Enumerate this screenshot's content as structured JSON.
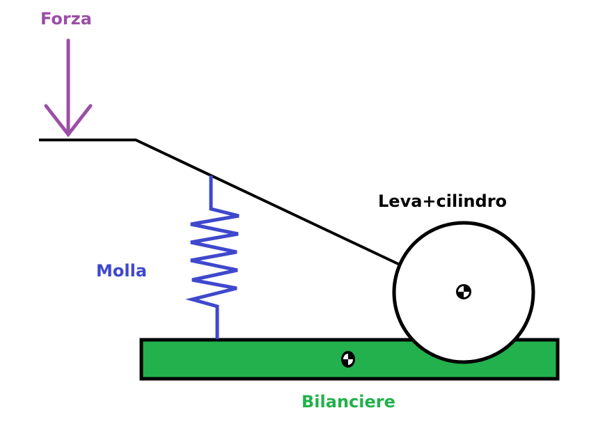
{
  "diagram": {
    "labels": {
      "force": "Forza",
      "spring": "Molla",
      "lever_cylinder": "Leva+cilindro",
      "rocker": "Bilanciere"
    },
    "colors": {
      "force": "#9b4fa6",
      "spring": "#3f48cc",
      "lever": "#000000",
      "rocker_fill": "#22b14c",
      "rocker_label": "#22b14c",
      "outline": "#000000",
      "background": "#ffffff"
    },
    "components": [
      {
        "id": "force-arrow",
        "label_key": "force",
        "type": "arrow"
      },
      {
        "id": "lever",
        "type": "polyline"
      },
      {
        "id": "spring",
        "label_key": "spring",
        "type": "zigzag"
      },
      {
        "id": "cylinder",
        "label_key": "lever_cylinder",
        "type": "circle",
        "has_pivot": true
      },
      {
        "id": "rocker",
        "label_key": "rocker",
        "type": "rectangle",
        "has_pivot": true
      }
    ]
  }
}
